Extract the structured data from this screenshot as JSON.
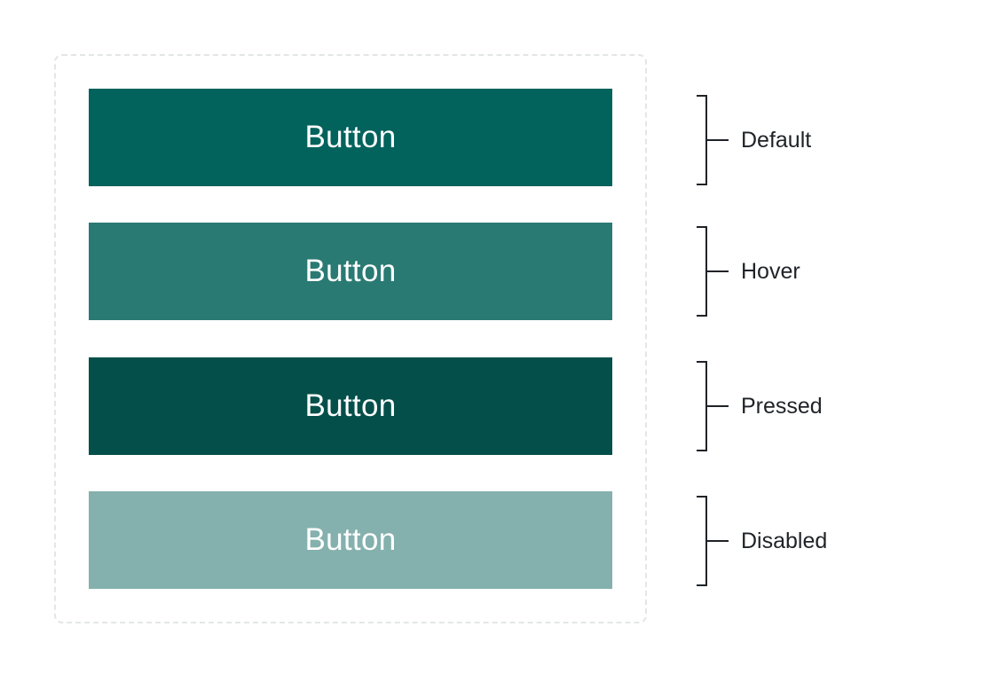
{
  "states": [
    {
      "button_label": "Button",
      "state_label": "Default",
      "color": "#02625c"
    },
    {
      "button_label": "Button",
      "state_label": "Hover",
      "color": "#2a7a74"
    },
    {
      "button_label": "Button",
      "state_label": "Pressed",
      "color": "#044f4a"
    },
    {
      "button_label": "Button",
      "state_label": "Disabled",
      "color": "#84b1ad"
    }
  ]
}
